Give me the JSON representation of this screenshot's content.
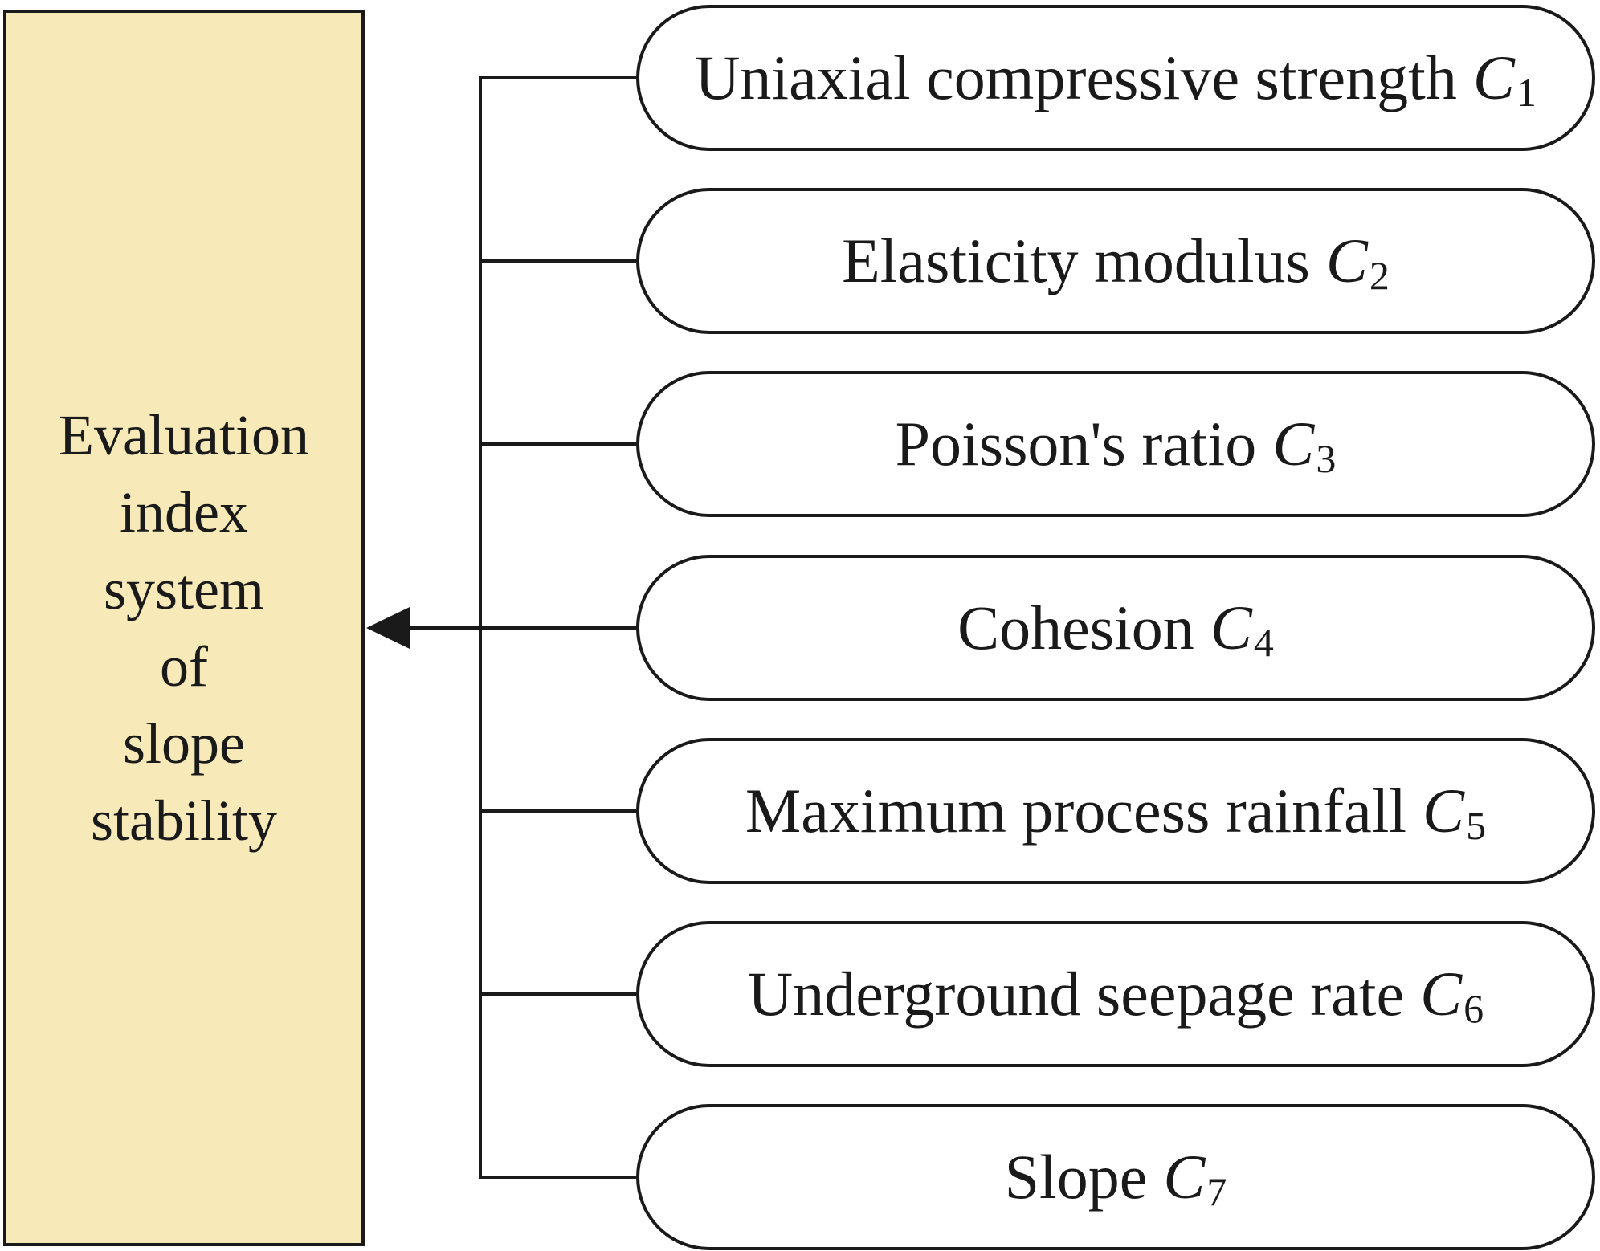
{
  "root": {
    "lines": [
      "Evaluation",
      "index",
      "system",
      "of",
      "slope",
      "stability"
    ],
    "fill_color": "#f8e9b8"
  },
  "indices": [
    {
      "label": "Uniaxial compressive strength",
      "symbol": "C",
      "subscript": "1"
    },
    {
      "label": "Elasticity modulus",
      "symbol": "C",
      "subscript": "2"
    },
    {
      "label": "Poisson's ratio",
      "symbol": "C",
      "subscript": "3"
    },
    {
      "label": "Cohesion",
      "symbol": "C",
      "subscript": "4"
    },
    {
      "label": "Maximum process rainfall",
      "symbol": "C",
      "subscript": "5"
    },
    {
      "label": "Underground seepage rate",
      "symbol": "C",
      "subscript": "6"
    },
    {
      "label": "Slope",
      "symbol": "C",
      "subscript": "7"
    }
  ]
}
